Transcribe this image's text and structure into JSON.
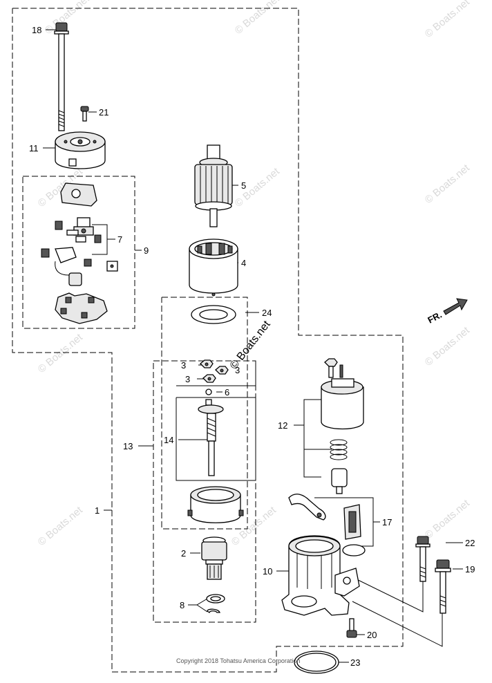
{
  "watermark": "© Boats.net",
  "watermark_diagonal": "© Boats.net",
  "direction_label": "FR.",
  "copyright": "Copyright 2018 Tohatsu America Corporation",
  "callouts": {
    "c1": "1",
    "c2": "2",
    "c3a": "3",
    "c3b": "3",
    "c3c": "3",
    "c4": "4",
    "c5": "5",
    "c6": "6",
    "c7": "7",
    "c8": "8",
    "c9": "9",
    "c10": "10",
    "c11": "11",
    "c12": "12",
    "c13": "13",
    "c14": "14",
    "c17": "17",
    "c18": "18",
    "c19": "19",
    "c20": "20",
    "c21": "21",
    "c22": "22",
    "c23": "23",
    "c24": "24"
  }
}
